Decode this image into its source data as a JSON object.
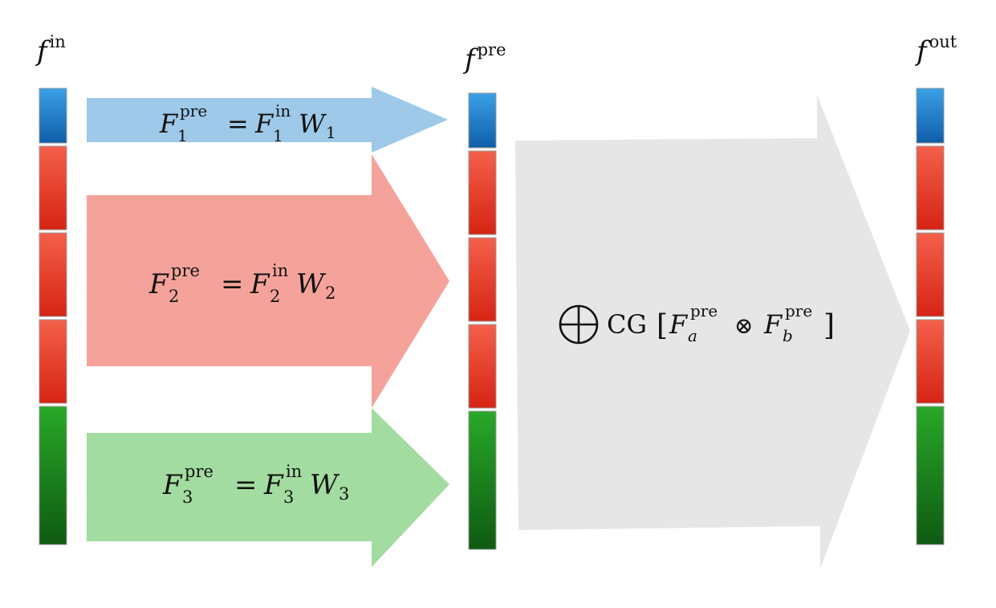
{
  "columns": {
    "in": {
      "base": "f",
      "sup": "in"
    },
    "pre": {
      "base": "f",
      "sup": "pre"
    },
    "out": {
      "base": "f",
      "sup": "out"
    }
  },
  "column_blocks": [
    "blue",
    "red",
    "red",
    "red",
    "green"
  ],
  "colors": {
    "blue_top": "#3aa0e6",
    "blue_bot": "#0f5ea8",
    "red_top": "#f4604a",
    "red_bot": "#d62414",
    "green_top": "#28a828",
    "green_bot": "#0f5a12",
    "arrow_blue": "#9ec9e8",
    "arrow_red": "#f5a39a",
    "arrow_green": "#a3dca0",
    "arrow_gray": "#e6e6e6"
  },
  "equations": [
    {
      "lhs_base": "F",
      "lhs_sup": "pre",
      "lhs_sub": "1",
      "eq": "=",
      "rhs_base": "F",
      "rhs_sup": "in",
      "rhs_sub": "1",
      "w_base": "W",
      "w_sub": "1"
    },
    {
      "lhs_base": "F",
      "lhs_sup": "pre",
      "lhs_sub": "2",
      "eq": "=",
      "rhs_base": "F",
      "rhs_sup": "in",
      "rhs_sub": "2",
      "w_base": "W",
      "w_sub": "2"
    },
    {
      "lhs_base": "F",
      "lhs_sup": "pre",
      "lhs_sub": "3",
      "eq": "=",
      "rhs_base": "F",
      "rhs_sup": "in",
      "rhs_sub": "3",
      "w_base": "W",
      "w_sub": "3"
    }
  ],
  "cg_formula": {
    "op": "CG",
    "lbracket": "[",
    "a_base": "F",
    "a_sup": "pre",
    "a_sub": "a",
    "otimes": "⊗",
    "b_base": "F",
    "b_sup": "pre",
    "b_sub": "b",
    "rbracket": "]"
  }
}
